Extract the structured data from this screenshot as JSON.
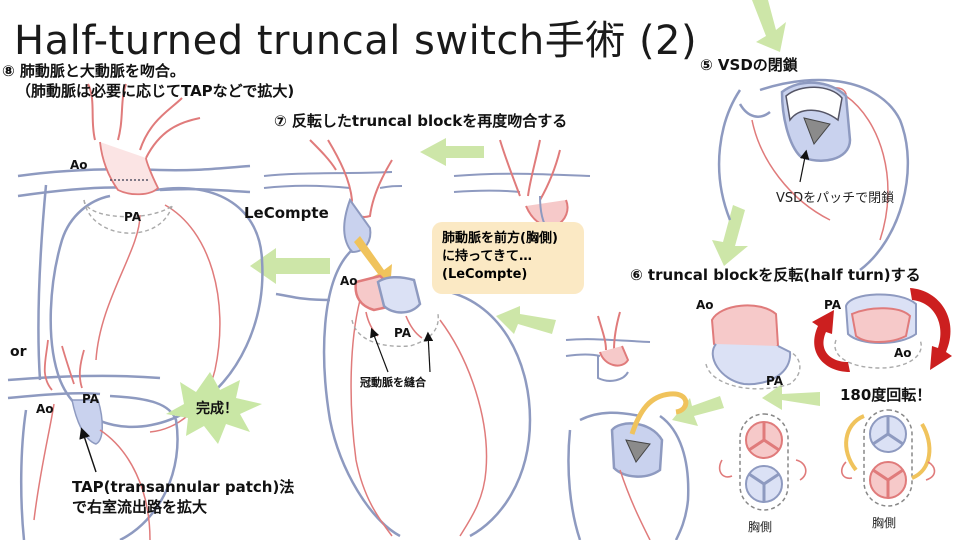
{
  "title": "Half-turned truncal switch手術 (2)",
  "step8": {
    "line1": "⑧ 肺動脈と大動脈を吻合。",
    "line2": "（肺動脈は必要に応じてTAPなどで拡大)"
  },
  "step7": {
    "heading": "⑦ 反転したtruncal blockを再度吻合する"
  },
  "step5": {
    "heading": "⑤ VSDの閉鎖",
    "note": "VSDをパッチで閉鎖"
  },
  "step6": {
    "heading": "⑥ truncal blockを反転(half turn)する",
    "rotate": "180度回転！"
  },
  "labels": {
    "ao": "Ao",
    "pa": "PA",
    "lecompte": "LeCompte",
    "or": "or",
    "coronary": "冠動脈を縫合",
    "complete": "完成！",
    "chest": "胸側"
  },
  "callout": {
    "line1": "肺動脈を前方(胸側)",
    "line2": "に持ってきて…",
    "line3": "(LeCompte)"
  },
  "tap": {
    "line1": "TAP(transannular patch)法",
    "line2": "で右室流出路を拡大"
  },
  "colors": {
    "red": "#e07b7b",
    "blue": "#8e9ac0",
    "patch_blue": "#c9d2ee",
    "pink_fill": "#f6c9c9",
    "arrow_green": "#cde6a8",
    "arrow_red": "#cc1f1f",
    "callout_bg": "#fbe9c4",
    "gold": "#f0c35c"
  }
}
